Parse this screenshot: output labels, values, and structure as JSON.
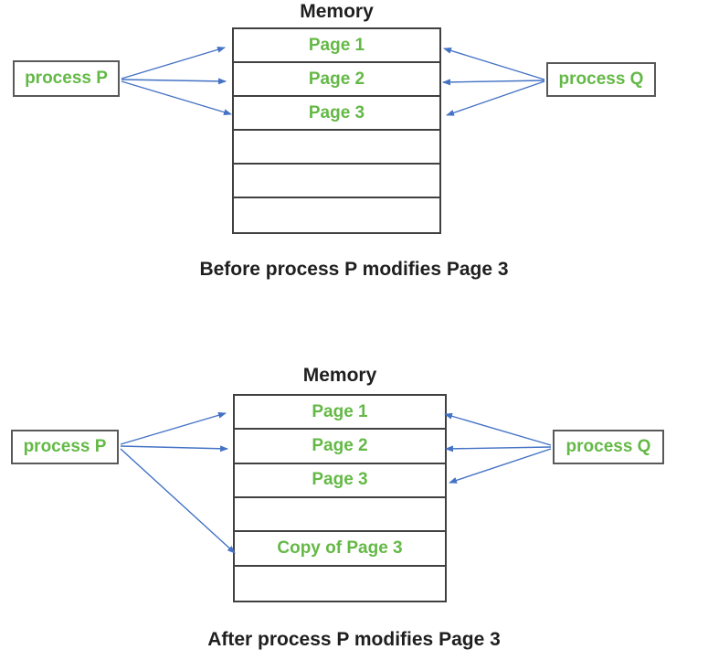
{
  "colors": {
    "green": "#64B946",
    "blue_arrow": "#4472C4",
    "box_border": "#595959",
    "table_border": "#404040",
    "text": "#1f1f1f"
  },
  "diagrams": [
    {
      "memory_title": "Memory",
      "process_left": "process P",
      "process_right": "process Q",
      "rows": [
        "Page 1",
        "Page 2",
        "Page 3",
        "",
        "",
        ""
      ],
      "caption": "Before process P modifies Page 3",
      "connections": [
        {
          "from": "process P",
          "to": "Page 1"
        },
        {
          "from": "process P",
          "to": "Page 2"
        },
        {
          "from": "process P",
          "to": "Page 3"
        },
        {
          "from": "process Q",
          "to": "Page 1"
        },
        {
          "from": "process Q",
          "to": "Page 2"
        },
        {
          "from": "process Q",
          "to": "Page 3"
        }
      ]
    },
    {
      "memory_title": "Memory",
      "process_left": "process P",
      "process_right": "process Q",
      "rows": [
        "Page 1",
        "Page 2",
        "Page 3",
        "",
        "Copy of Page 3",
        ""
      ],
      "caption": "After process P modifies Page 3",
      "connections": [
        {
          "from": "process P",
          "to": "Page 1"
        },
        {
          "from": "process P",
          "to": "Page 2"
        },
        {
          "from": "process P",
          "to": "Copy of Page 3"
        },
        {
          "from": "process Q",
          "to": "Page 1"
        },
        {
          "from": "process Q",
          "to": "Page 2"
        },
        {
          "from": "process Q",
          "to": "Page 3"
        }
      ]
    }
  ]
}
